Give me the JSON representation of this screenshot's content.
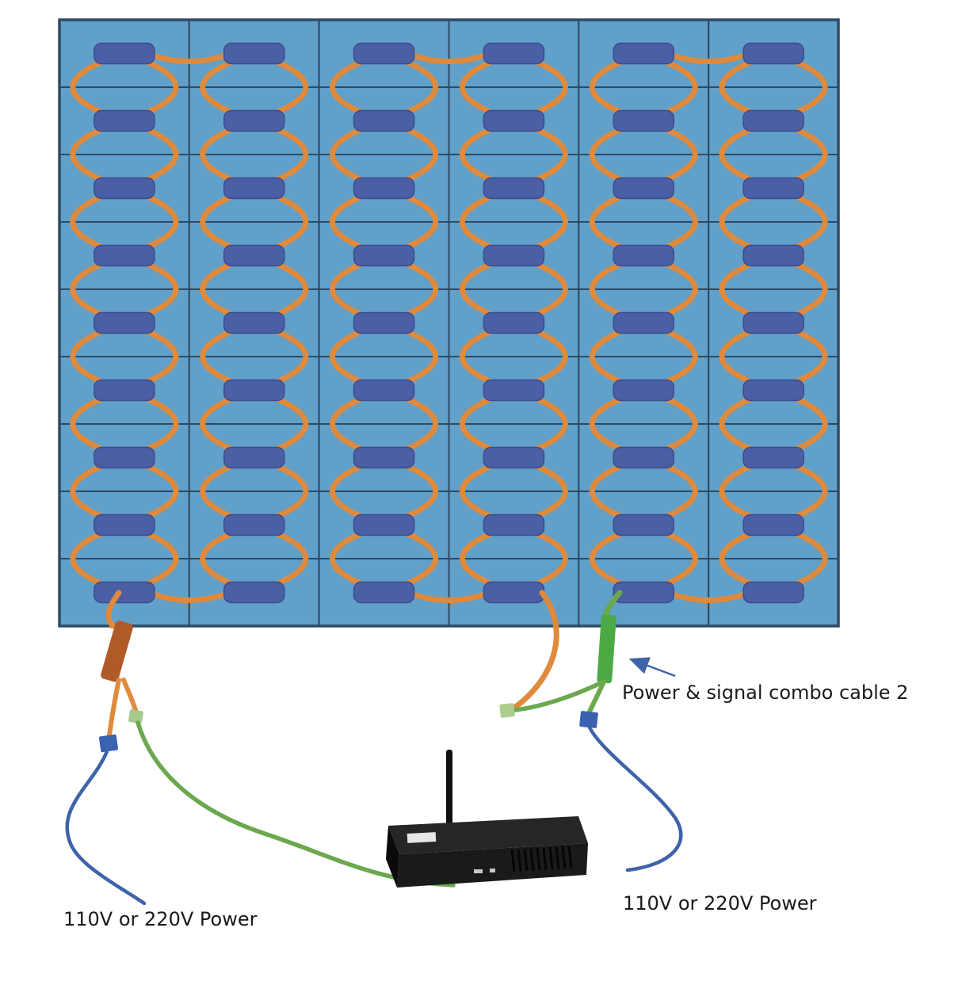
{
  "diagram": {
    "type": "led-panel-wiring-diagram",
    "grid": {
      "rows": 9,
      "cols": 6
    },
    "colors": {
      "panel_fill": "#61a0c9",
      "panel_stroke": "#2e4a63",
      "module_fill": "#4b5fa6",
      "module_stroke": "#3a4c8c",
      "data_cable": "#df8a3c",
      "signal_cable": "#6ba84e",
      "power_cable": "#3f63a8",
      "left_connector": "#b05a28",
      "right_connector": "#4caa45",
      "power_plug": "#3a62b0",
      "signal_plug_left": "#a6c98c",
      "signal_plug_right": "#abce8e",
      "controller_top": "#262626",
      "controller_front": "#1a1a1a",
      "controller_side": "#0a0a0a",
      "antenna": "#111111",
      "label_text": "#1a1a1a"
    },
    "labels": {
      "combo_cable_2": "Power & signal combo cable 2",
      "power_left": "110V or 220V Power",
      "power_right": "110V or 220V Power"
    }
  }
}
